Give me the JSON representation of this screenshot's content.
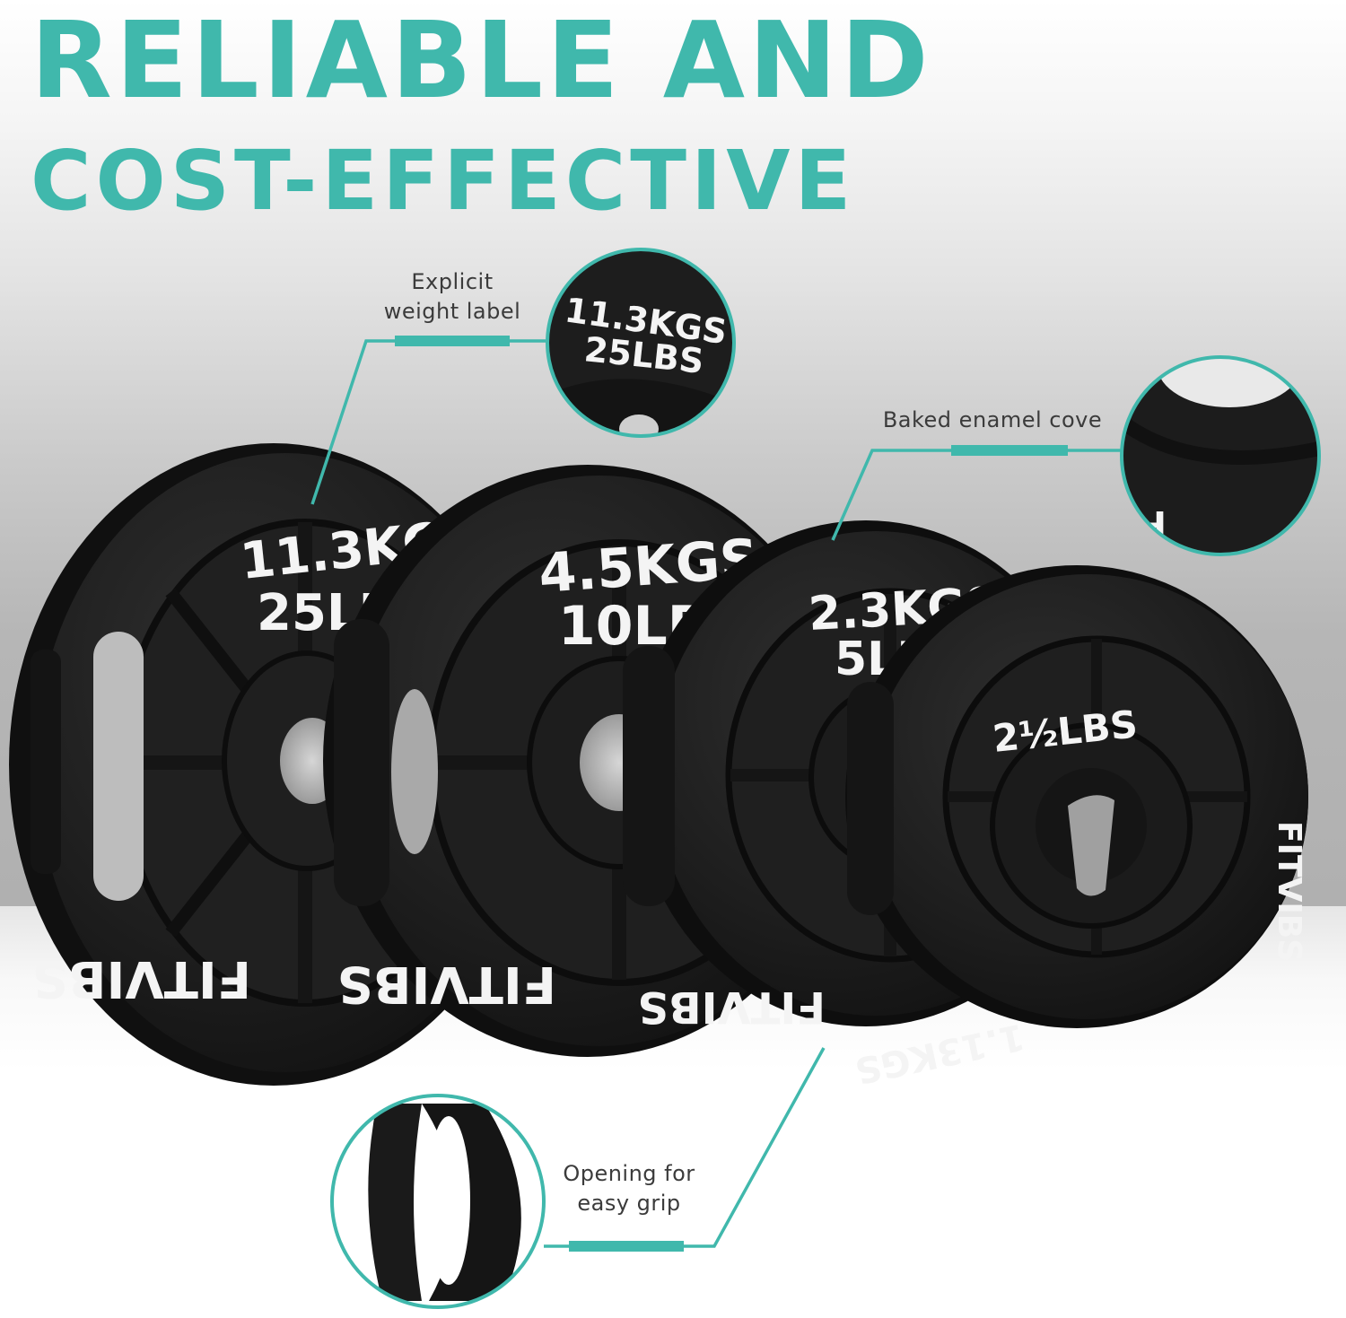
{
  "headline": {
    "line1": "RELIABLE AND",
    "line2": "COST-EFFECTIVE"
  },
  "colors": {
    "accent": "#40b8ac",
    "plate": "#1c1c1c",
    "label": "#f4f4f4",
    "caption": "#3b3b3b"
  },
  "callouts": {
    "weight_label": {
      "line1": "Explicit",
      "line2": "weight label"
    },
    "enamel_cove": {
      "line1": "Baked enamel cove"
    },
    "easy_grip": {
      "line1": "Opening for",
      "line2": "easy grip"
    }
  },
  "plates": [
    {
      "kg": "11.3KGS",
      "lbs": "25LBS",
      "brand": "FITVIBS"
    },
    {
      "kg": "4.5KGS",
      "lbs": "10LBS",
      "brand": "FITVIBS"
    },
    {
      "kg": "2.3KGS",
      "lbs": "5LBS",
      "brand": "FITVIBS"
    },
    {
      "lbs": "2½LBS",
      "kg": "1.13KGS",
      "brand": "FITVIBS"
    }
  ],
  "zoom_insets": {
    "weight": {
      "kg": "11.3KGS",
      "lbs": "25LBS"
    },
    "cove": {
      "brand": "FITVIBS"
    }
  }
}
